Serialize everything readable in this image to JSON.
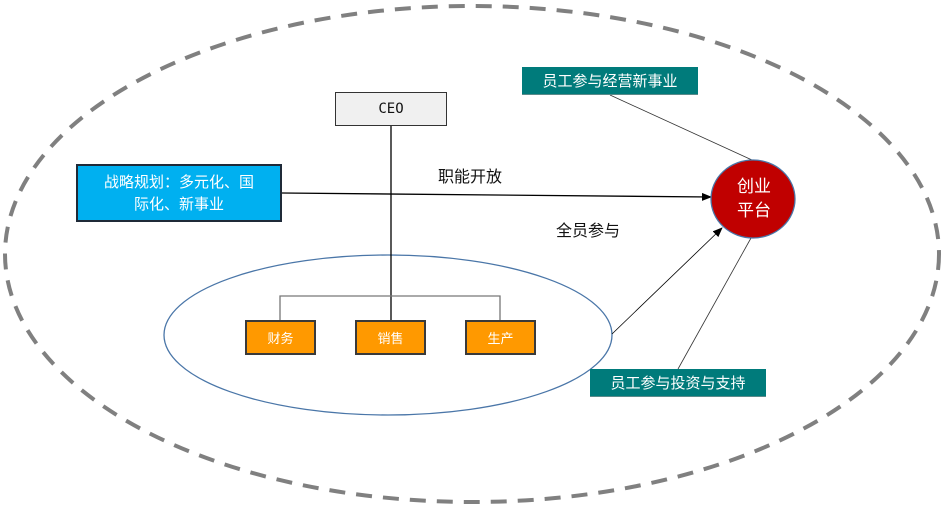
{
  "diagram": {
    "ceo": "CEO",
    "strategy_line1": "战略规划：多元化、国",
    "strategy_line2": "际化、新事业",
    "function_open": "职能开放",
    "all_participate": "全员参与",
    "departments": [
      "财务",
      "销售",
      "生产"
    ],
    "platform_line1": "创业",
    "platform_line2": "平台",
    "employee_new_business": "员工参与经营新事业",
    "employee_invest_support": "员工参与投资与支持"
  },
  "colors": {
    "strategy_box": "#00b0f0",
    "department_box": "#ff9900",
    "teal_box": "#007b7b",
    "platform_circle": "#c00000",
    "outer_dashed": "#808080",
    "inner_ellipse": "#4a76a8"
  }
}
